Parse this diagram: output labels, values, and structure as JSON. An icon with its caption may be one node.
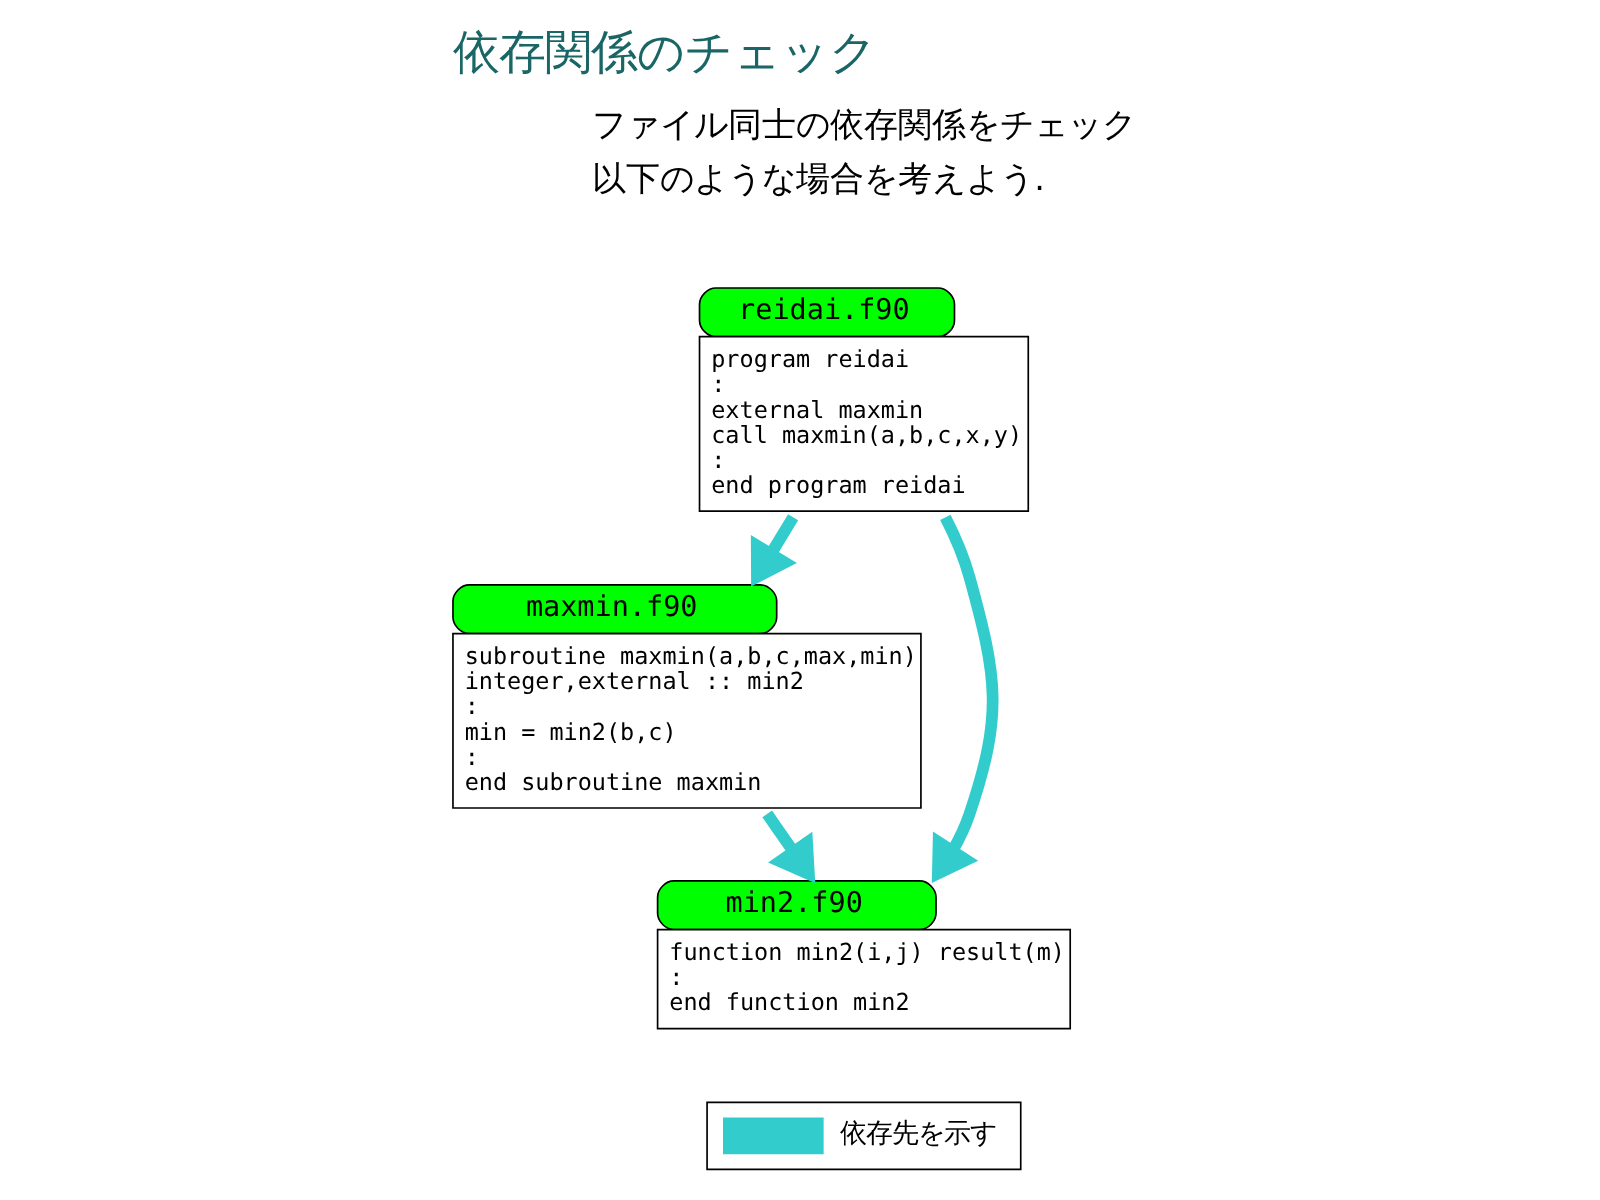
{
  "diagram": {
    "title": "依存関係のチェック",
    "nodes": [
      {
        "text": [
          "reidai.f90",
          "program reidai",
          ":",
          "external maxmin",
          "call maxmin(a,b,c,x,y)",
          ":",
          "end program reidai"
        ]
      },
      {
        "text": [
          "maxmin.f90",
          "subroutine maxmin(a,b,c,max,min)",
          "integer,external :: min2",
          ":",
          "min = min2(b,c)",
          ":",
          "end subroutine maxmin"
        ]
      },
      {
        "text": [
          "min2.f90",
          "function min2(i,j) result(m)",
          ":",
          "end function min2"
        ]
      }
    ],
    "edges": [
      {
        "from": 0,
        "to": 1,
        "arrow": "to"
      },
      {
        "from": 0,
        "to": 2,
        "arrow": "to"
      },
      {
        "from": 1,
        "to": 2,
        "arrow": "to"
      }
    ],
    "labels": [
      "ファイル同士の依存関係をチェック",
      "以下のような場合を考えよう."
    ],
    "legend": [
      {
        "text": "依存先を示す"
      }
    ]
  }
}
